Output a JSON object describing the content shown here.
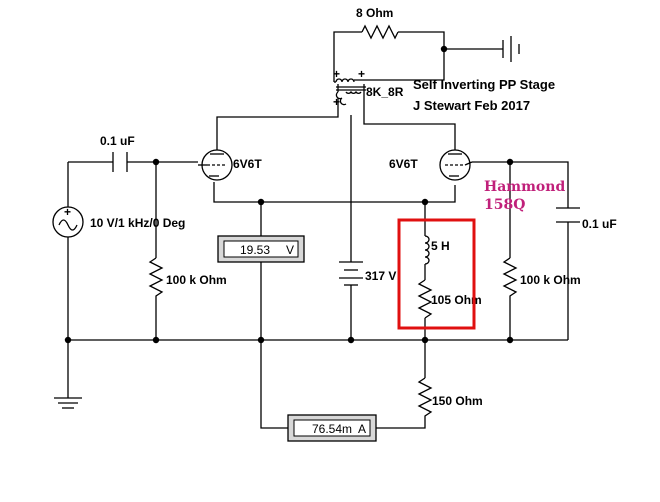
{
  "title": "Self Inverting PP Stage",
  "subtitle": "J Stewart Feb 2017",
  "colors": {
    "wire": "#000000",
    "highlight": "#e01010",
    "hammond": "#c0207a"
  },
  "labels": {
    "r_top": "8  Ohm",
    "transformer": "8K_8R",
    "c_in": "0.1 uF",
    "tube_left": "6V6T",
    "tube_right": "6V6T",
    "source": "10 V/1 kHz/0 Deg",
    "r_grid_left": "100 k Ohm",
    "battery": "317 V",
    "choke_l": "5 H",
    "choke_r": "105  Ohm",
    "r_grid_right": "100 k Ohm",
    "c_right": "0.1 uF",
    "r_cathode": "150  Ohm",
    "hammond_line1": "Hammond",
    "hammond_line2": "158Q"
  },
  "voltmeter": {
    "value": "19.53",
    "unit": "V"
  },
  "ammeter": {
    "value": "76.54m",
    "unit": "A"
  }
}
